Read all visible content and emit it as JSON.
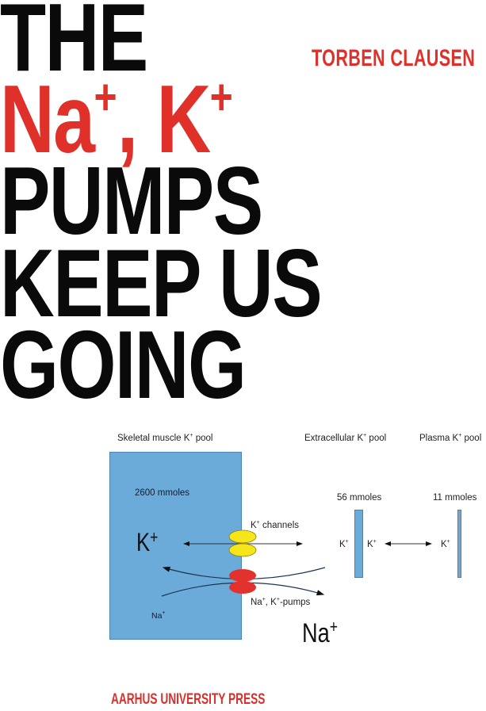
{
  "cover": {
    "title_lines": {
      "line1": "THE",
      "line2_na": "Na",
      "line2_plus1": "+",
      "line2_comma": ", K",
      "line2_plus2": "+",
      "line3": "PUMPS",
      "line4": "KEEP US",
      "line5": "GOING"
    },
    "author": "TORBEN CLAUSEN",
    "publisher": "AARHUS UNIVERSITY PRESS",
    "colors": {
      "title_black": "#0a0a0a",
      "accent_red": "#e0302a",
      "pool_blue": "#6aabd9",
      "channel_yellow": "#f7e51c",
      "pump_red": "#e3322e"
    }
  },
  "diagram": {
    "pools": [
      {
        "name": "Skeletal muscle K",
        "suffix": " pool",
        "amount": "2600 mmoles"
      },
      {
        "name": "Extracellular K",
        "suffix": " pool",
        "amount": "56 mmoles"
      },
      {
        "name": "Plasma K",
        "suffix": " pool",
        "amount": "11 mmoles"
      }
    ],
    "plus": "+",
    "labels": {
      "k_channels": " channels",
      "k_channels_prefix": "K",
      "pumps_prefix": "Na",
      "pumps_mid": ", K",
      "pumps_suffix": "-pumps",
      "na_inside": "Na",
      "k_ion": "K",
      "big_k": "K",
      "big_na": "Na"
    }
  }
}
